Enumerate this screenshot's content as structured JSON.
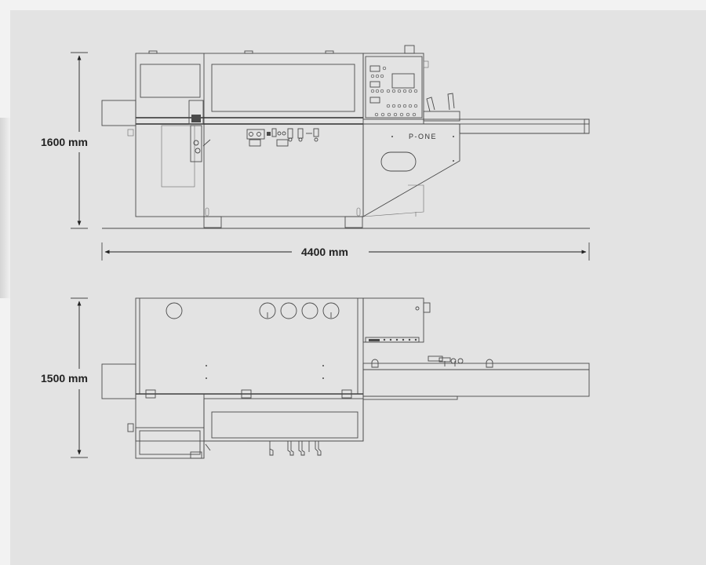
{
  "drawing": {
    "height_dimension_label": "1600 mm",
    "length_dimension_label": "4400 mm",
    "width_dimension_label": "1500 mm",
    "brand_plate": "P-ONE"
  },
  "colors": {
    "background": "#e3e3e3",
    "line": "#4a4a4a",
    "text": "#222222"
  }
}
